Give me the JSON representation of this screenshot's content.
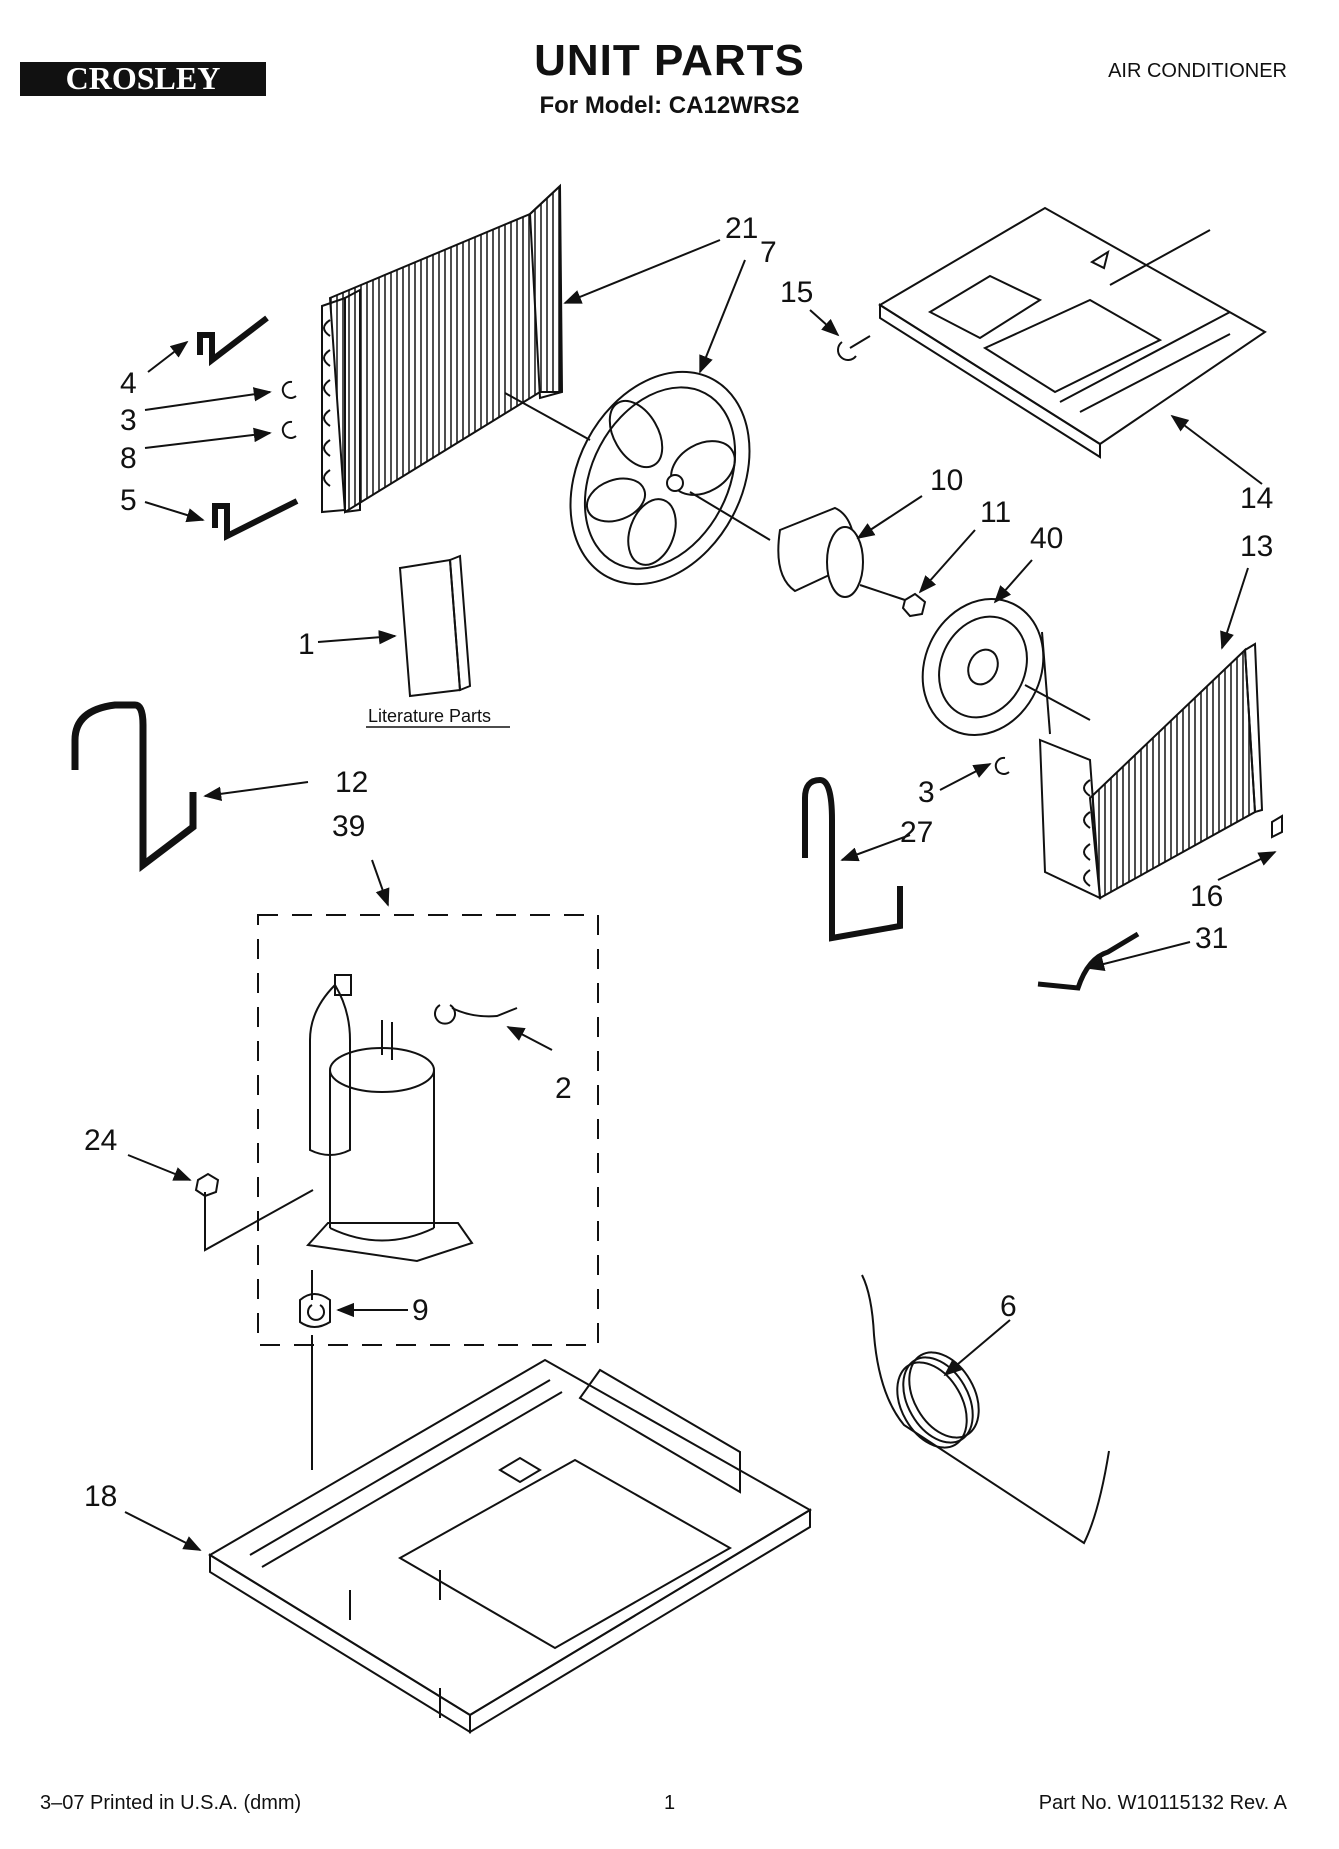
{
  "header": {
    "brand": "CROSLEY",
    "title": "UNIT PARTS",
    "model_line": "For Model: CA12WRS2",
    "category": "AIR CONDITIONER"
  },
  "callouts": [
    "21",
    "7",
    "15",
    "4",
    "3",
    "8",
    "5",
    "10",
    "11",
    "40",
    "14",
    "13",
    "1",
    "12",
    "39",
    "3",
    "27",
    "16",
    "31",
    "2",
    "24",
    "9",
    "6",
    "18"
  ],
  "literature_label": "Literature Parts",
  "footer": {
    "printed": "3–07 Printed in U.S.A. (dmm)",
    "page": "1",
    "part_no": "Part No. W10115132 Rev. A"
  }
}
